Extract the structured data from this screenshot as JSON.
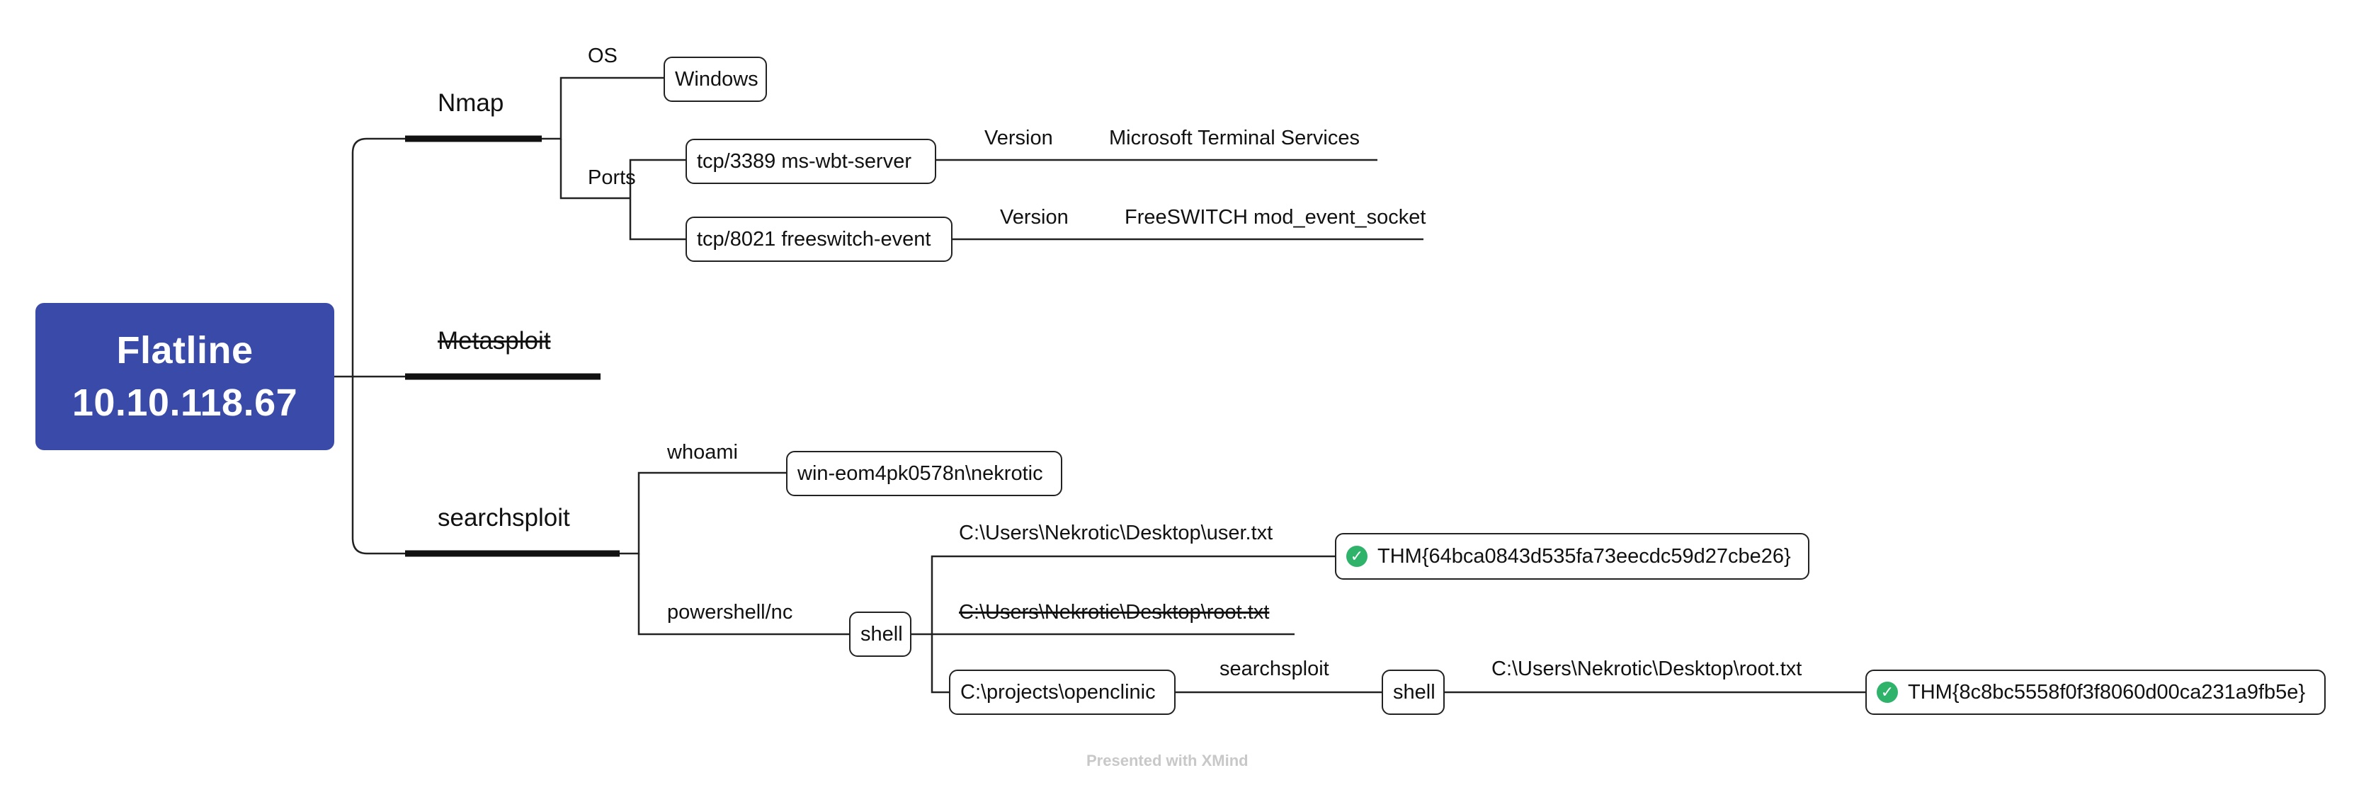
{
  "root": {
    "line1": "Flatline",
    "line2": "10.10.118.67",
    "color": "#3a4aa8"
  },
  "branches": {
    "nmap": {
      "label": "Nmap",
      "os_label": "OS",
      "os_value": "Windows",
      "ports_label": "Ports",
      "port1": {
        "name": "tcp/3389 ms-wbt-server",
        "version_label": "Version",
        "version_value": "Microsoft Terminal Services"
      },
      "port2": {
        "name": "tcp/8021 freeswitch-event",
        "version_label": "Version",
        "version_value": "FreeSWITCH mod_event_socket"
      }
    },
    "metasploit": {
      "label": "Metasploit",
      "struck": true
    },
    "searchsploit": {
      "label": "searchsploit",
      "whoami_label": "whoami",
      "whoami_value": "win-eom4pk0578n\\nekrotic",
      "ps_label": "powershell/nc",
      "shell_label": "shell",
      "user_path": "C:\\Users\\Nekrotic\\Desktop\\user.txt",
      "user_flag": "THM{64bca0843d535fa73eecdc59d27cbe26}",
      "root_path_struck": "C:\\Users\\Nekrotic\\Desktop\\root.txt",
      "openclinic": "C:\\projects\\openclinic",
      "searchsploit_label": "searchsploit",
      "shell2_label": "shell",
      "root_path": "C:\\Users\\Nekrotic\\Desktop\\root.txt",
      "root_flag": "THM{8c8bc5558f0f3f8060d00ca231a9fb5e}"
    }
  },
  "footer": "Presented with XMind",
  "colors": {
    "check": "#2fb36b",
    "line": "#222222"
  },
  "icons": {
    "flag_check": "check-circle-icon"
  }
}
